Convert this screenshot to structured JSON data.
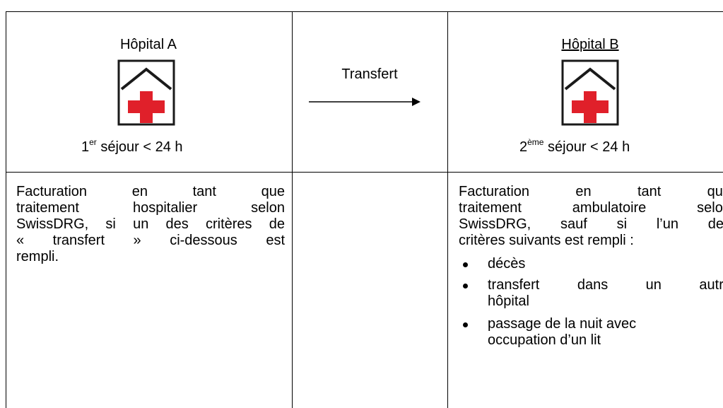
{
  "hospital_a": {
    "title": "Hôpital A",
    "stay_prefix": "1",
    "stay_sup": "er",
    "stay_suffix": " séjour < 24 h"
  },
  "transfer": {
    "label": "Transfert"
  },
  "hospital_b": {
    "title": "Hôpital B",
    "stay_prefix": "2",
    "stay_sup": "ème",
    "stay_suffix": " séjour < 24 h"
  },
  "billing_a": {
    "lines": [
      "Facturation en tant que",
      "traitement hospitalier selon",
      "SwissDRG, si un des critères de",
      "« transfert » ci-dessous est",
      "rempli."
    ]
  },
  "billing_b": {
    "lines": [
      "Facturation en tant que",
      "traitement ambulatoire selon",
      "SwissDRG, sauf si l’un des",
      "critères suivants est rempli :"
    ],
    "criteria": [
      {
        "line1": "décès",
        "line2": ""
      },
      {
        "line1": "transfert dans un autre",
        "line2": "hôpital"
      },
      {
        "line1": "passage de la nuit avec",
        "line2": "occupation d’un lit"
      }
    ]
  },
  "icon_colors": {
    "frame": "#1a1a1a",
    "cross": "#e0202a"
  }
}
